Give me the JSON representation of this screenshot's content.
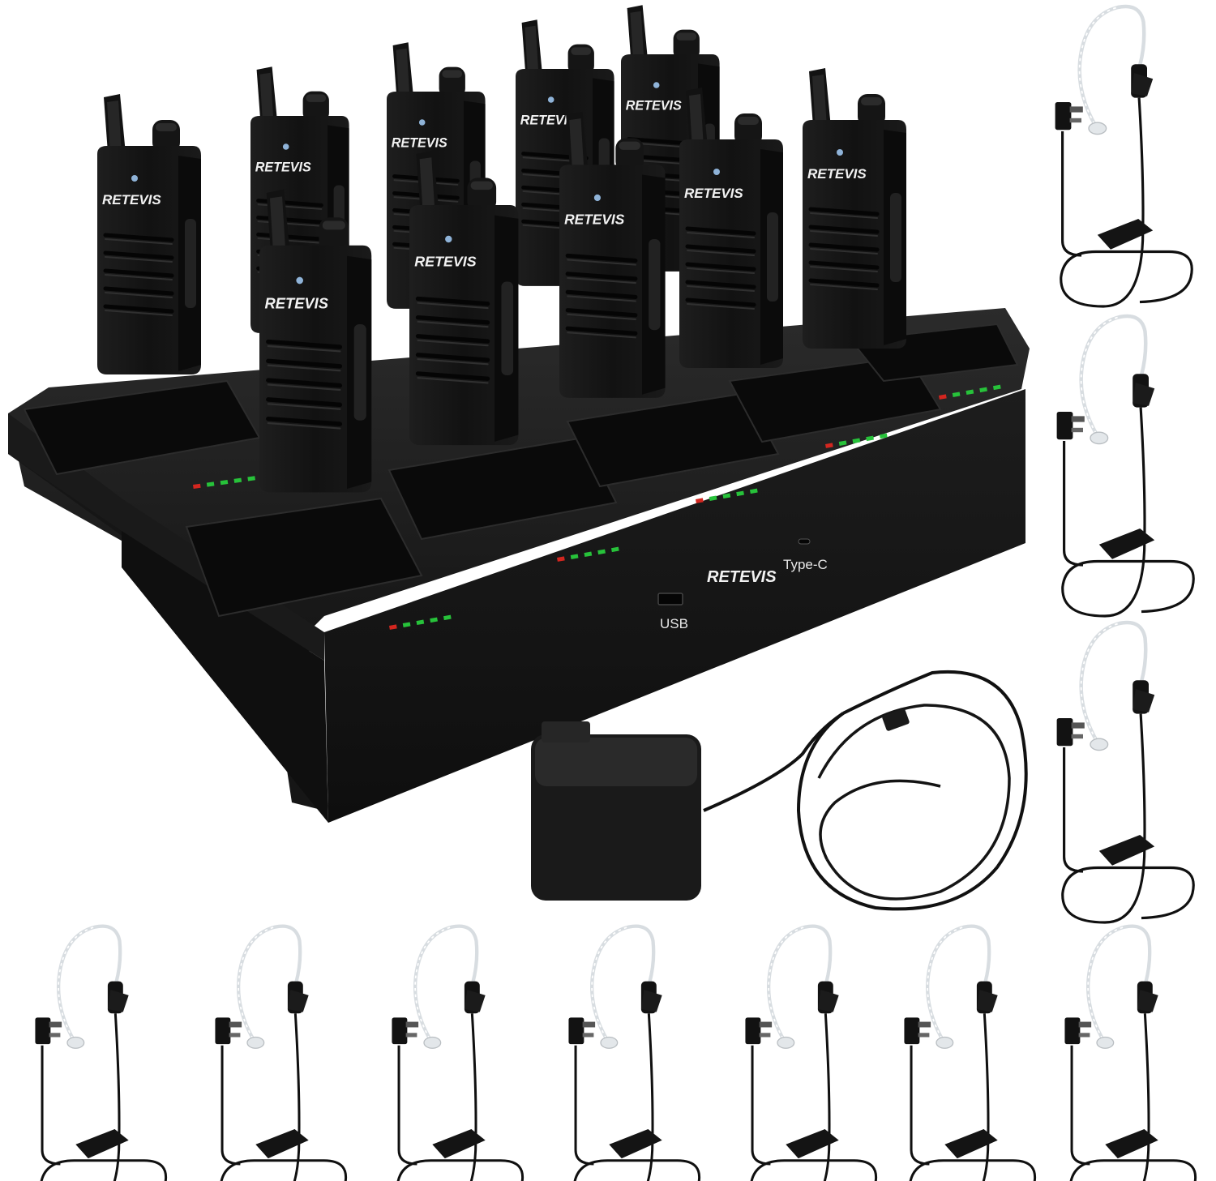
{
  "product": {
    "brand": "RETEVIS",
    "charger_brand": "RETEVIS",
    "usb_label": "USB",
    "typec_label": "Type-C"
  },
  "radios": {
    "count": 10
  },
  "earpieces": {
    "count": 10
  },
  "colors": {
    "background": "#ffffff",
    "device": "#141414",
    "device_highlight": "#2a2a2a",
    "led_red": "#d3261f",
    "led_green": "#27c23a",
    "tube": "#d9dde0"
  }
}
